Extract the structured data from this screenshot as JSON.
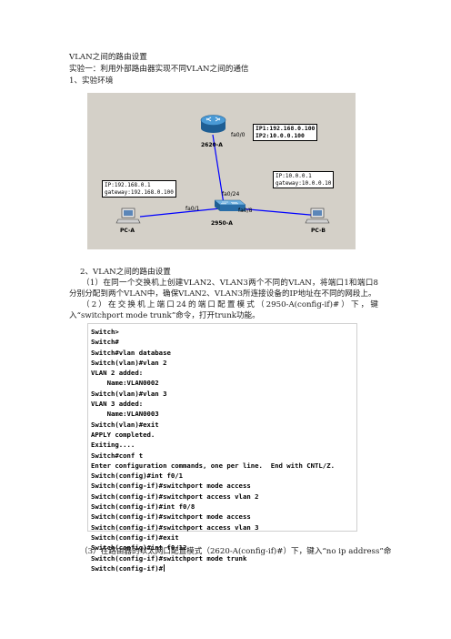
{
  "document": {
    "title": "VLAN之间的路由设置",
    "experiment": "实验一：利用外部路由器实现不同VLAN之间的通信",
    "env_heading": "1、实验环境",
    "section2_heading": "2、VLAN之间的路由设置",
    "step1": "（1）在同一个交换机上创建VLAN2、VLAN3两个不同的VLAN，将端口1和端口8分别分配到两个VLAN中，确保VLAN2、VLAN3所连接设备的IP地址在不同的网段上。",
    "step2": "（2）在交换机上端口24的端口配置模式（2950-A(config-if)#）下，键入“switchport mode trunk”命令，打开trunk功能。",
    "step3": "（3）在路由器的以太网口配置模式（2620-A(config-if)#）下，键入“no ip address”命"
  },
  "diagram": {
    "router_name": "2620-A",
    "router_port": "fa0/0",
    "router_ip1": "IP1:192.168.0.100",
    "router_ip2": "IP2:10.0.0.100",
    "switch_name": "2950-A",
    "switch_port_uplink": "fa0/24",
    "switch_port_left": "fa0/1",
    "switch_port_right": "fa0/8",
    "pca_name": "PC-A",
    "pca_ip": "IP:192.168.0.1",
    "pca_gateway": "gateway:192.168.0.100",
    "pcb_name": "PC-B",
    "pcb_ip": "IP:10.0.0.1",
    "pcb_gateway": "gateway:10.0.0.10",
    "colors": {
      "background": "#d4d0c8",
      "link": "#0000ff",
      "router": "#2a78b8",
      "switch": "#3a86c0"
    }
  },
  "terminal": {
    "lines": [
      "Switch>",
      "Switch#",
      "Switch#vlan database",
      "Switch(vlan)#vlan 2",
      "VLAN 2 added:",
      "    Name:VLAN0002",
      "Switch(vlan)#vlan 3",
      "VLAN 3 added:",
      "    Name:VLAN0003",
      "Switch(vlan)#exit",
      "APPLY completed.",
      "Exiting....",
      "Switch#conf t",
      "Enter configuration commands, one per line.  End with CNTL/Z.",
      "Switch(config)#int f0/1",
      "Switch(config-if)#switchport mode access",
      "Switch(config-if)#switchport access vlan 2",
      "Switch(config-if)#int f0/8",
      "Switch(config-if)#switchport mode access",
      "Switch(config-if)#switchport access vlan 3",
      "Switch(config-if)#exit",
      "Switch(config)#int f0/12",
      "Switch(config-if)#switchport mode trunk",
      "Switch(config-if)#"
    ]
  }
}
